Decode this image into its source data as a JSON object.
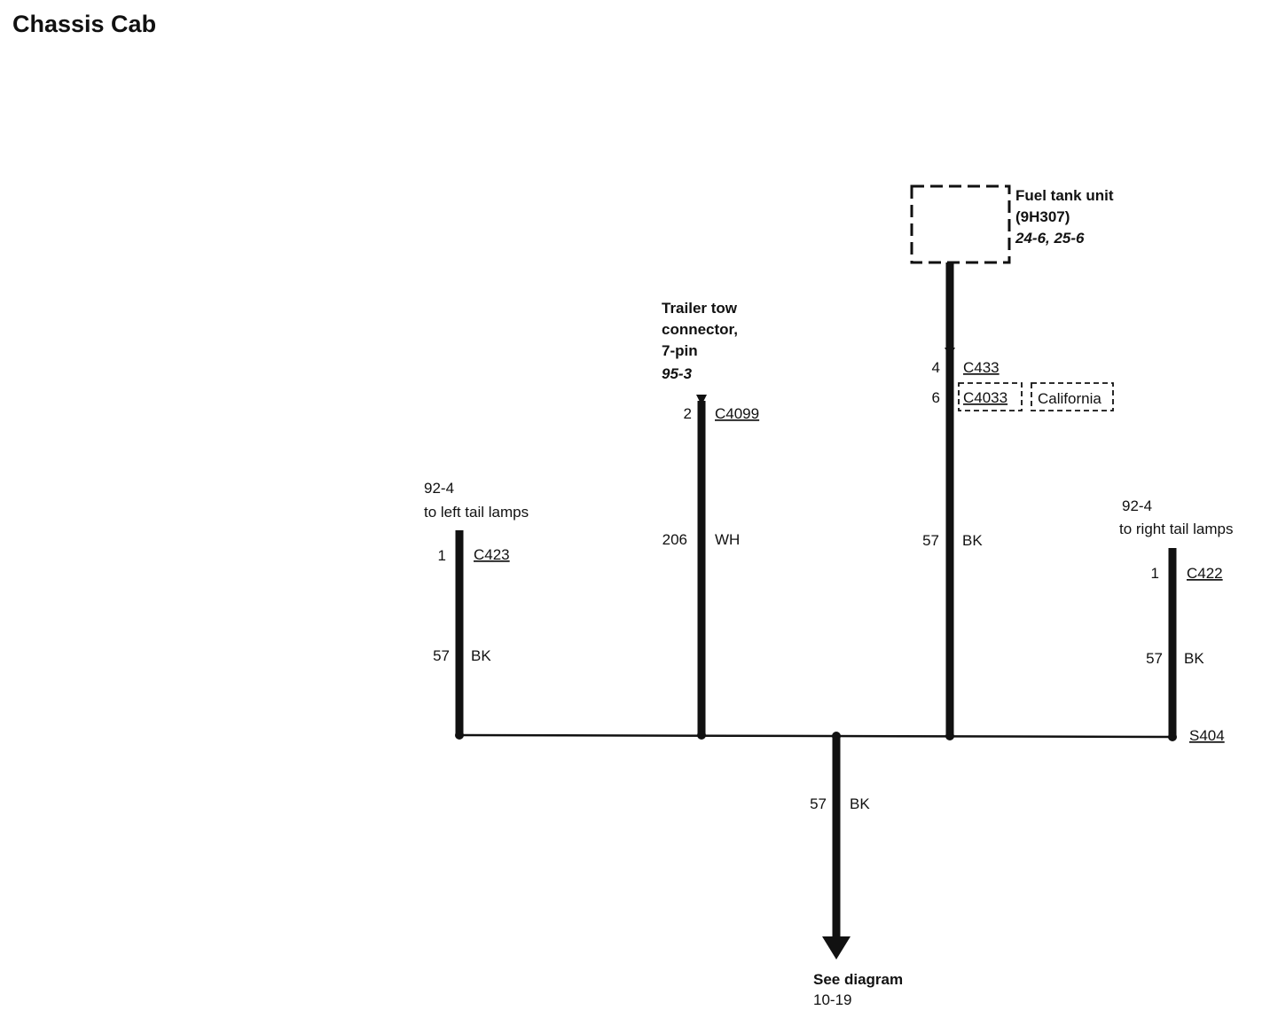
{
  "page": {
    "title": "Chassis Cab"
  },
  "fuel_tank": {
    "name": "Fuel tank unit",
    "part": "(9H307)",
    "ref": "24-6, 25-6",
    "pin_c433": "4",
    "conn_c433": "C433",
    "pin_c4033": "6",
    "conn_c4033": "C4033",
    "option_label": "California",
    "circuit": "57",
    "color": "BK"
  },
  "trailer_tow": {
    "line1": "Trailer tow",
    "line2": "connector,",
    "line3": "7-pin",
    "ref": "95-3",
    "pin": "2",
    "connector": "C4099",
    "circuit": "206",
    "color": "WH"
  },
  "left_tail": {
    "ref": "92-4",
    "desc": "to left tail lamps",
    "pin": "1",
    "connector": "C423",
    "circuit": "57",
    "color": "BK"
  },
  "right_tail": {
    "ref": "92-4",
    "desc": "to right tail lamps",
    "pin": "1",
    "connector": "C422",
    "circuit": "57",
    "color": "BK"
  },
  "splice": {
    "name": "S404"
  },
  "output": {
    "circuit": "57",
    "color": "BK",
    "see": "See diagram",
    "ref": "10-19"
  },
  "colors": {
    "ink": "#111111",
    "background": "#ffffff"
  }
}
